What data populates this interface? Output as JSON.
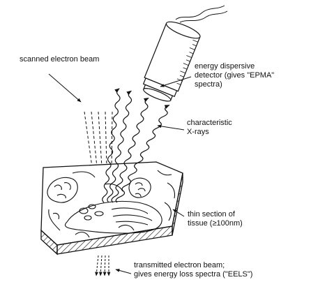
{
  "labels": {
    "scanned_beam": "scanned electron beam",
    "detector_line1": "energy dispersive",
    "detector_line2": "detector (gives \"EPMA\"",
    "detector_line3": "spectra)",
    "xrays_line1": "characteristic",
    "xrays_line2": "X-rays",
    "tissue_line1": "thin section of",
    "tissue_line2": "tissue (≥100nm)",
    "transmitted_line1": "transmitted electron beam;",
    "transmitted_line2": "gives energy loss spectra (\"EELS\")"
  },
  "colors": {
    "ink": "#111111",
    "background": "#ffffff"
  }
}
